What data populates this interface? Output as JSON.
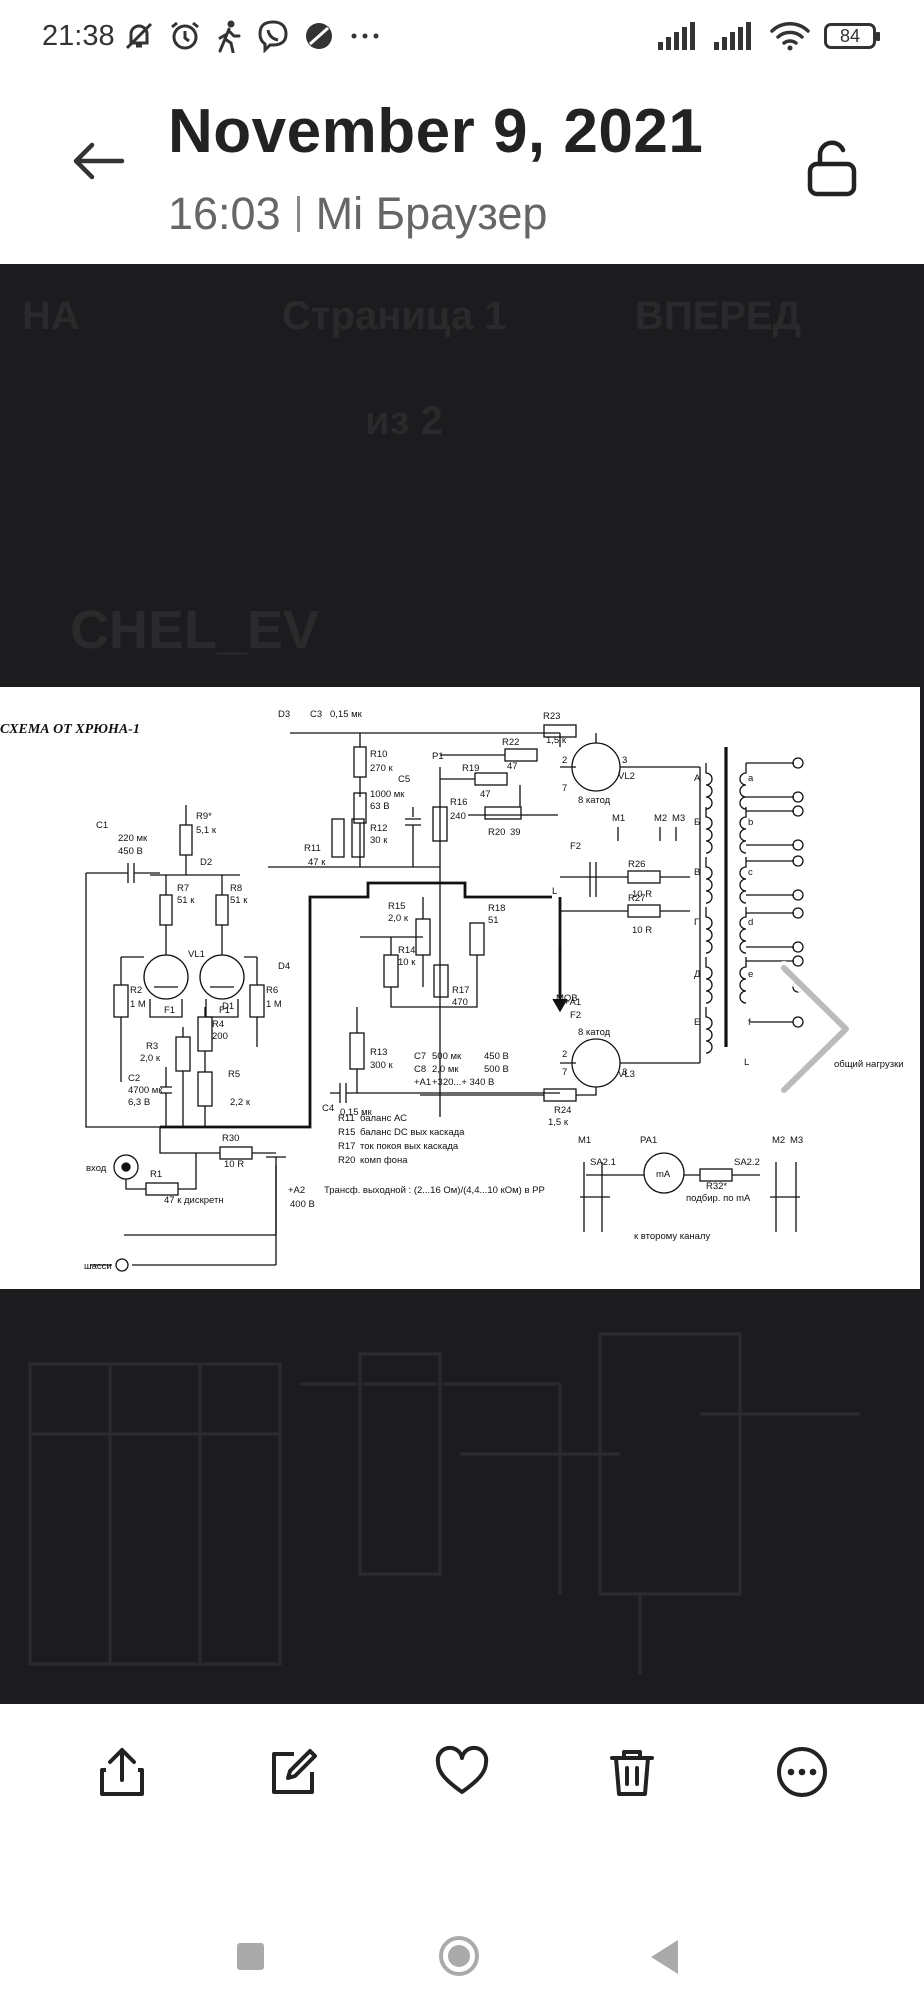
{
  "status_bar": {
    "time": "21:38",
    "battery": "84"
  },
  "header": {
    "title": "November 9, 2021",
    "time": "16:03",
    "app": "Mi Браузер"
  },
  "background_page": {
    "nav_prev": "НА",
    "page_label": "Страница 1",
    "nav_next": "ВПЕРЕД",
    "page_sub": "из 2",
    "author": "CHEL_EV"
  },
  "schematic": {
    "title": "СХЕМА ОТ ХРЮНА-1",
    "labels": [
      {
        "t": "D3"
      },
      {
        "t": "C3"
      },
      {
        "t": "0,15 мк"
      },
      {
        "t": "R23"
      },
      {
        "t": "1,5 к"
      },
      {
        "t": "R22"
      },
      {
        "t": "47"
      },
      {
        "t": "R19"
      },
      {
        "t": "47"
      },
      {
        "t": "P1"
      },
      {
        "t": "R10"
      },
      {
        "t": "270 к"
      },
      {
        "t": "C5"
      },
      {
        "t": "1000 мк"
      },
      {
        "t": "63 В"
      },
      {
        "t": "R16"
      },
      {
        "t": "240"
      },
      {
        "t": "R12"
      },
      {
        "t": "30 к"
      },
      {
        "t": "R20"
      },
      {
        "t": "39"
      },
      {
        "t": "R9*"
      },
      {
        "t": "5,1 к"
      },
      {
        "t": "C1"
      },
      {
        "t": "220 мк"
      },
      {
        "t": "450 В"
      },
      {
        "t": "D2"
      },
      {
        "t": "R11"
      },
      {
        "t": "47 к"
      },
      {
        "t": "R7"
      },
      {
        "t": "51 к"
      },
      {
        "t": "R8"
      },
      {
        "t": "51 к"
      },
      {
        "t": "R15"
      },
      {
        "t": "2,0 к"
      },
      {
        "t": "R18"
      },
      {
        "t": "51"
      },
      {
        "t": "VL1"
      },
      {
        "t": "D4"
      },
      {
        "t": "R14"
      },
      {
        "t": "10 к"
      },
      {
        "t": "R17"
      },
      {
        "t": "470"
      },
      {
        "t": "R2"
      },
      {
        "t": "1 М"
      },
      {
        "t": "R6"
      },
      {
        "t": "1 М"
      },
      {
        "t": "F1"
      },
      {
        "t": "F1"
      },
      {
        "t": "D1"
      },
      {
        "t": "R4"
      },
      {
        "t": "200"
      },
      {
        "t": "R3"
      },
      {
        "t": "2,0 к"
      },
      {
        "t": "C2"
      },
      {
        "t": "4700 мк"
      },
      {
        "t": "6,3 В"
      },
      {
        "t": "R5"
      },
      {
        "t": "2,2 к"
      },
      {
        "t": "R13"
      },
      {
        "t": "300 к"
      },
      {
        "t": "C4"
      },
      {
        "t": "0,15 мк"
      },
      {
        "t": "C7"
      },
      {
        "t": "500 мк"
      },
      {
        "t": "450 В"
      },
      {
        "t": "C8"
      },
      {
        "t": "2,0 мк"
      },
      {
        "t": "500 В"
      },
      {
        "t": "+A1"
      },
      {
        "t": "+320...+ 340 В"
      },
      {
        "t": "R30"
      },
      {
        "t": "10 R"
      },
      {
        "t": "вход"
      },
      {
        "t": "R1"
      },
      {
        "t": "47 к дискретн"
      },
      {
        "t": "шасси"
      },
      {
        "t": "+A2"
      },
      {
        "t": "400 В"
      },
      {
        "t": "R11"
      },
      {
        "t": "баланс  АС"
      },
      {
        "t": "R15"
      },
      {
        "t": "баланс  DC вых каскада"
      },
      {
        "t": "R17"
      },
      {
        "t": "ток покоя вых каскада"
      },
      {
        "t": "R20"
      },
      {
        "t": "комп  фона"
      },
      {
        "t": "Трансф. выходной : (2...16 Ом)/(4,4...10 кОм) в PP"
      },
      {
        "t": "VL2"
      },
      {
        "t": "VL3"
      },
      {
        "t": "R24"
      },
      {
        "t": "1,5 к"
      },
      {
        "t": "M1"
      },
      {
        "t": "M2"
      },
      {
        "t": "M3"
      },
      {
        "t": "R26"
      },
      {
        "t": "10 R"
      },
      {
        "t": "R27"
      },
      {
        "t": "10 R"
      },
      {
        "t": "F2"
      },
      {
        "t": "F2"
      },
      {
        "t": "МОВ"
      },
      {
        "t": "+A1"
      },
      {
        "t": "PA1"
      },
      {
        "t": "SA2.1"
      },
      {
        "t": "mA"
      },
      {
        "t": "SA2.2"
      },
      {
        "t": "R32*"
      },
      {
        "t": "подбир. по mA"
      },
      {
        "t": "к  второму каналу"
      },
      {
        "t": "M1"
      },
      {
        "t": "M2"
      },
      {
        "t": "M3"
      },
      {
        "t": "общий нагрузки"
      },
      {
        "t": "L"
      },
      {
        "t": "L"
      },
      {
        "t": "A"
      },
      {
        "t": "Б"
      },
      {
        "t": "В"
      },
      {
        "t": "Г"
      },
      {
        "t": "Д"
      },
      {
        "t": "Е"
      },
      {
        "t": "a"
      },
      {
        "t": "b"
      },
      {
        "t": "c"
      },
      {
        "t": "d"
      },
      {
        "t": "e"
      },
      {
        "t": "f"
      },
      {
        "t": "8 катод"
      },
      {
        "t": "8 катод"
      },
      {
        "t": "2"
      },
      {
        "t": "3"
      },
      {
        "t": "7"
      },
      {
        "t": "2"
      },
      {
        "t": "3"
      },
      {
        "t": "7"
      }
    ]
  },
  "toolbar": {
    "share": "share-icon",
    "edit": "edit-icon",
    "favorite": "heart-icon",
    "delete": "trash-icon",
    "more": "more-icon"
  }
}
